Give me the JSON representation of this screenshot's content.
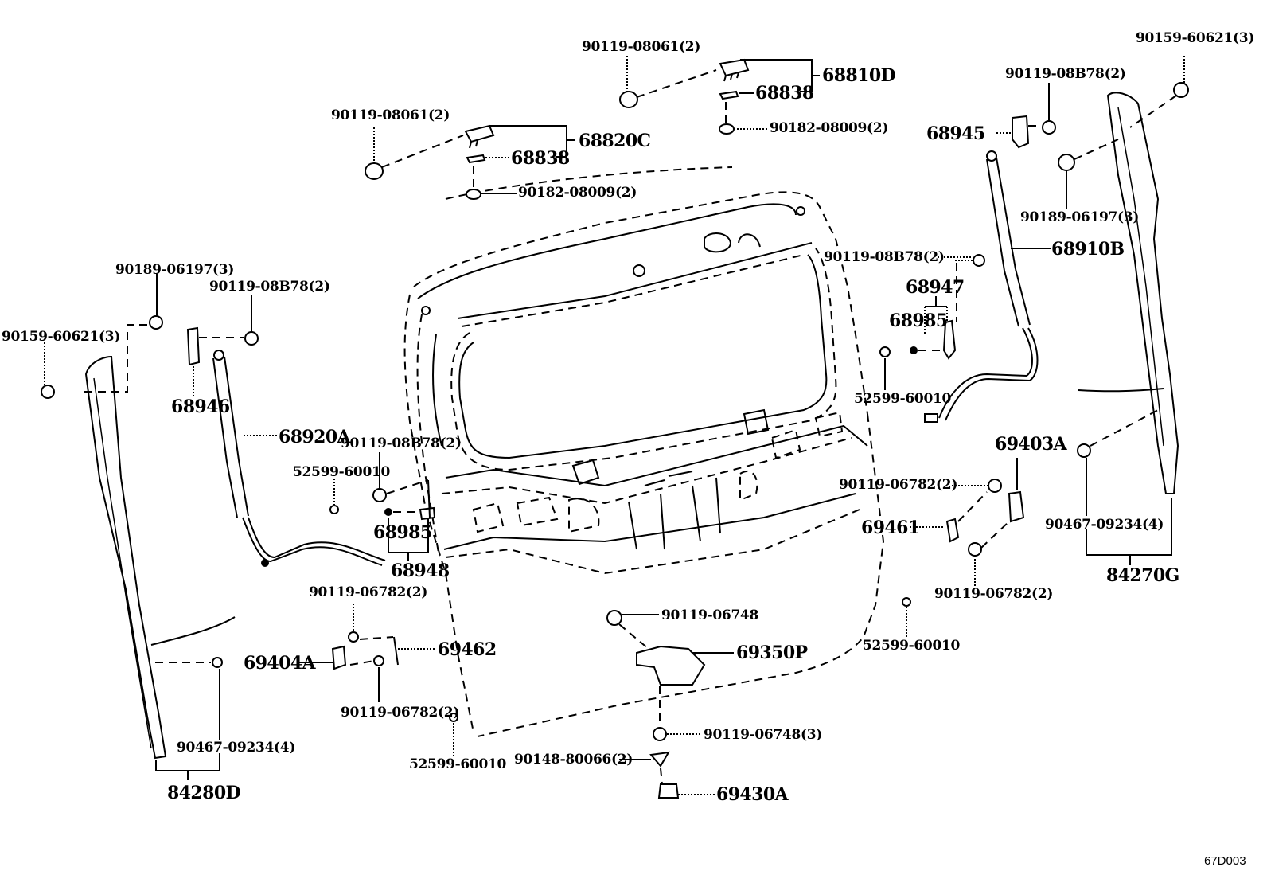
{
  "diagram": {
    "title": "Back door panel & lock exploded parts diagram",
    "figure_code": "67D003",
    "callouts": {
      "c01": "90119-08061(2)",
      "c02": "68810D",
      "c03": "68838",
      "c04": "90182-08009(2)",
      "c05": "90119-08061(2)",
      "c06": "68820C",
      "c07": "68838",
      "c08": "90182-08009(2)",
      "c09": "90159-60621(3)",
      "c10": "90119-08B78(2)",
      "c11": "68945",
      "c12": "90189-06197(3)",
      "c13": "68910B",
      "c14": "90119-08B78(2)",
      "c15": "68947",
      "c16": "68985",
      "c17": "52599-60010",
      "c18": "90189-06197(3)",
      "c19": "90119-08B78(2)",
      "c20": "90159-60621(3)",
      "c21": "68946",
      "c22": "68920A",
      "c23": "90119-08B78(2)",
      "c24": "52599-60010",
      "c25": "68985",
      "c26": "68948",
      "c27": "69403A",
      "c28": "90119-06782(2)",
      "c29": "69461",
      "c30": "90119-06782(2)",
      "c31": "90467-09234(4)",
      "c32": "84270G",
      "c33": "90119-06748",
      "c34": "69350P",
      "c35": "52599-60010",
      "c36": "90119-06782(2)",
      "c37": "69462",
      "c38": "69404A",
      "c39": "90119-06782(2)",
      "c40": "90119-06748(3)",
      "c41": "52599-60010",
      "c42": "90148-80066(2)",
      "c43": "69430A",
      "c44": "90467-09234(4)",
      "c45": "84280D"
    }
  }
}
